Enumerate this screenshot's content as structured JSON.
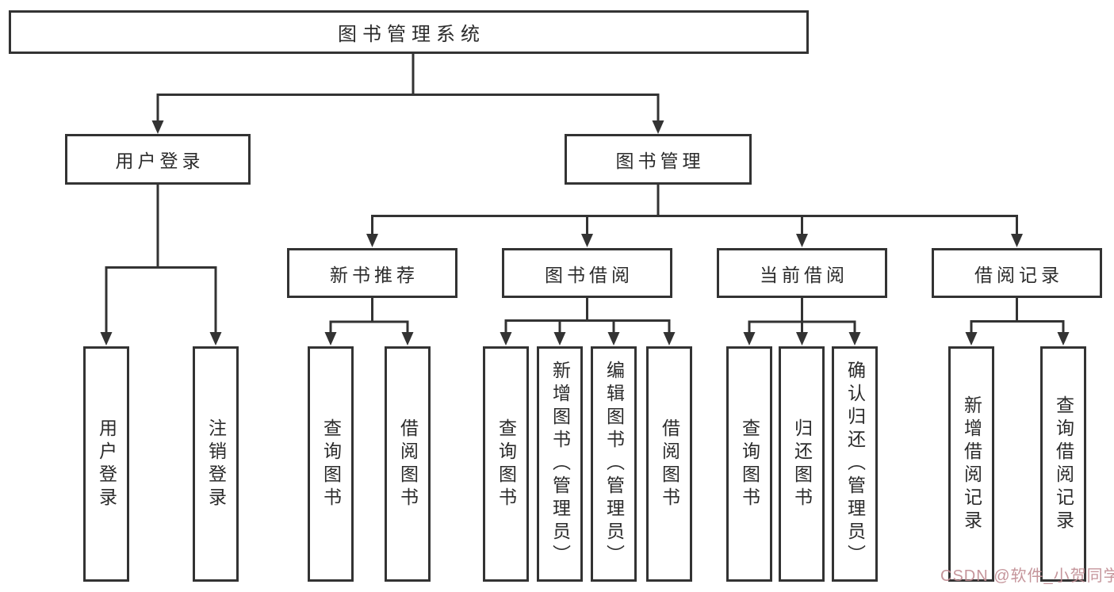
{
  "diagram": {
    "type": "hierarchy-tree",
    "title": "图书管理系统",
    "colors": {
      "line": "#333333",
      "box_border": "#333333",
      "text": "#2b2b2b",
      "background": "#ffffff",
      "watermark": "#c08c92"
    }
  },
  "tree": {
    "root": {
      "label": "图书管理系统",
      "children": [
        {
          "label": "用户登录",
          "children": [
            {
              "label": "用户登录"
            },
            {
              "label": "注销登录"
            }
          ]
        },
        {
          "label": "图书管理",
          "children": [
            {
              "label": "新书推荐",
              "children": [
                {
                  "label": "查询图书"
                },
                {
                  "label": "借阅图书"
                }
              ]
            },
            {
              "label": "图书借阅",
              "children": [
                {
                  "label": "查询图书"
                },
                {
                  "label": "新增图书（管理员）"
                },
                {
                  "label": "编辑图书（管理员）"
                },
                {
                  "label": "借阅图书"
                }
              ]
            },
            {
              "label": "当前借阅",
              "children": [
                {
                  "label": "查询图书"
                },
                {
                  "label": "归还图书"
                },
                {
                  "label": "确认归还（管理员）"
                }
              ]
            },
            {
              "label": "借阅记录",
              "children": [
                {
                  "label": "新增借阅记录"
                },
                {
                  "label": "查询借阅记录"
                }
              ]
            }
          ]
        }
      ]
    }
  },
  "watermark": {
    "text": "CSDN @软件_小贺同学"
  }
}
